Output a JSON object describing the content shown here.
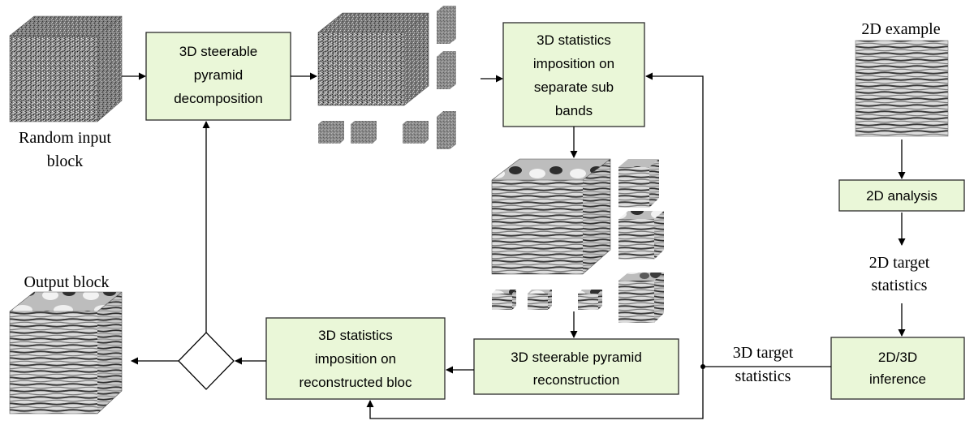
{
  "labels": {
    "random_input": [
      "Random input",
      "block"
    ],
    "output_block": "Output block",
    "example_2d": "2D example",
    "target_2d": [
      "2D target",
      "statistics"
    ],
    "target_3d": [
      "3D target",
      "statistics"
    ]
  },
  "boxes": {
    "decomposition": [
      "3D steerable",
      "pyramid",
      "decomposition"
    ],
    "imposition_subbands": [
      "3D statistics",
      "imposition on",
      "separate sub",
      "bands"
    ],
    "analysis_2d": [
      "2D analysis"
    ],
    "inference": [
      "2D/3D",
      "inference"
    ],
    "reconstruction": [
      "3D steerable pyramid",
      "reconstruction"
    ],
    "imposition_reconstructed": [
      "3D statistics",
      "imposition on",
      "reconstructed bloc"
    ]
  },
  "colors": {
    "box_fill": "#eaf7d8",
    "noise_light": "#d8d8d8",
    "noise_dark": "#262626",
    "texture_light": "#e6e6e6",
    "texture_dark": "#3a3a3a"
  }
}
